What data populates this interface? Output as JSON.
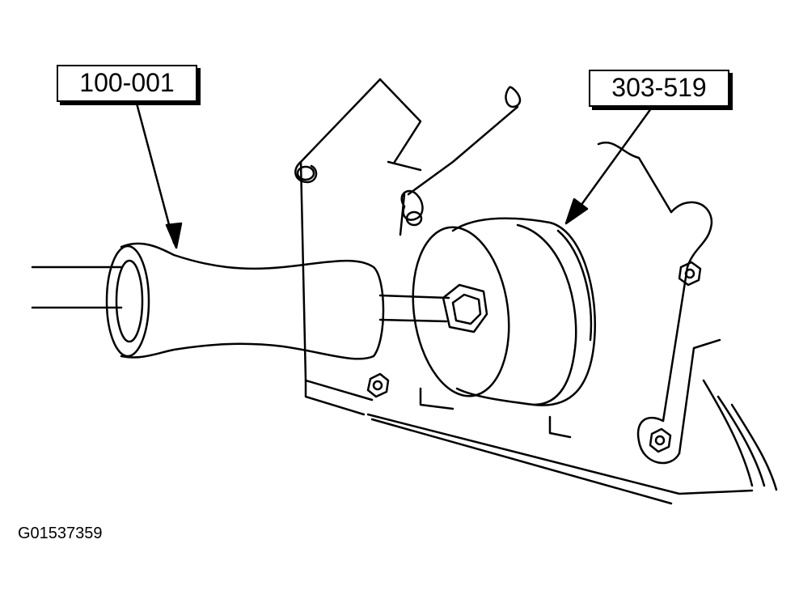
{
  "callouts": {
    "slide_hammer": "100-001",
    "seal_remover": "303-519"
  },
  "figure_id": "G01537359",
  "colors": {
    "ink": "#000000",
    "paper": "#ffffff"
  }
}
